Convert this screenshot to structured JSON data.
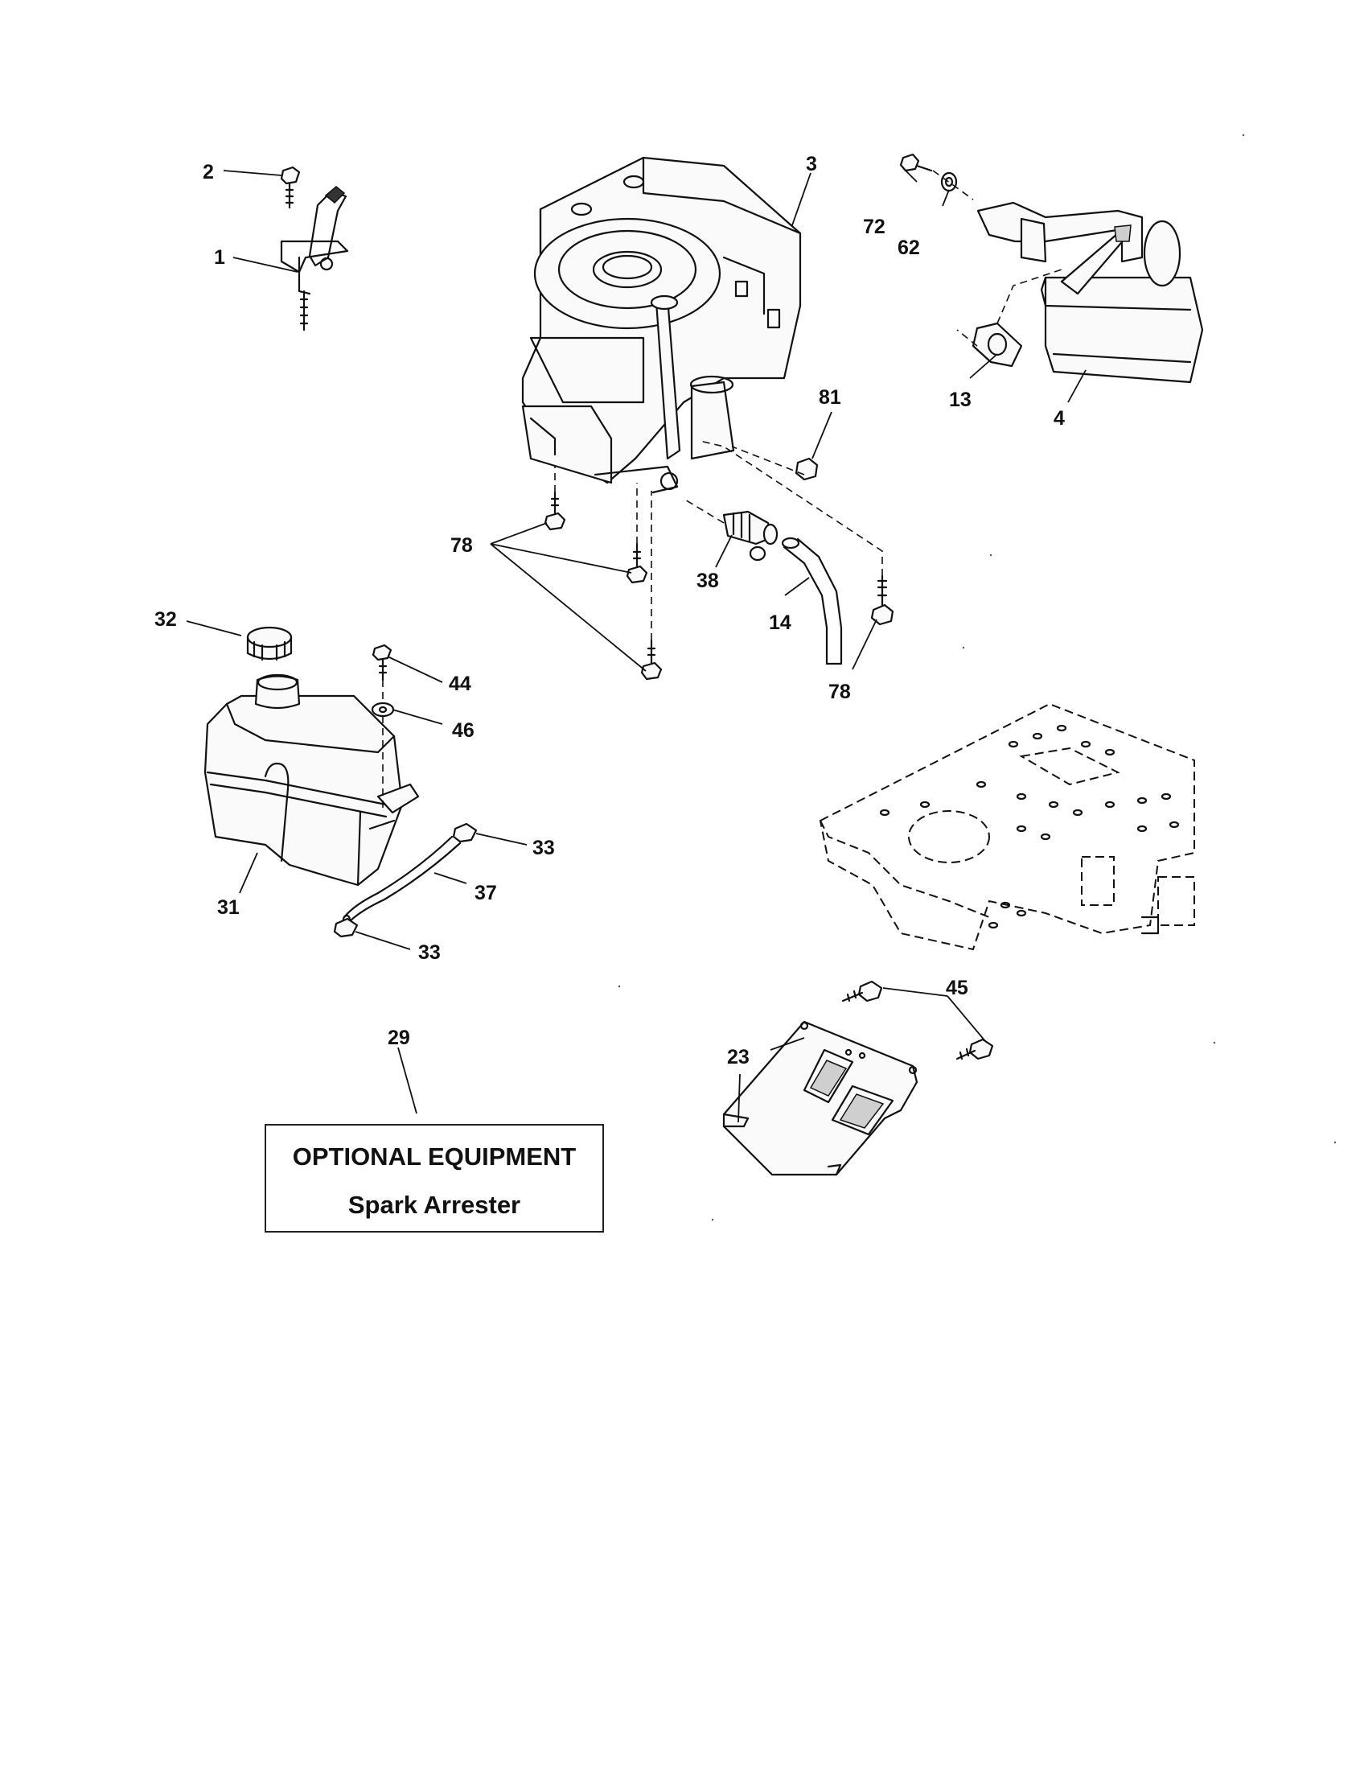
{
  "callouts": {
    "c1": "1",
    "c2": "2",
    "c3": "3",
    "c4": "4",
    "c13": "13",
    "c14": "14",
    "c23": "23",
    "c29": "29",
    "c31": "31",
    "c32": "32",
    "c33a": "33",
    "c33b": "33",
    "c37": "37",
    "c38": "38",
    "c44": "44",
    "c45": "45",
    "c46": "46",
    "c62": "62",
    "c72": "72",
    "c78a": "78",
    "c78b": "78",
    "c81": "81"
  },
  "notice": {
    "line1": "OPTIONAL EQUIPMENT",
    "line2": "Spark Arrester"
  }
}
